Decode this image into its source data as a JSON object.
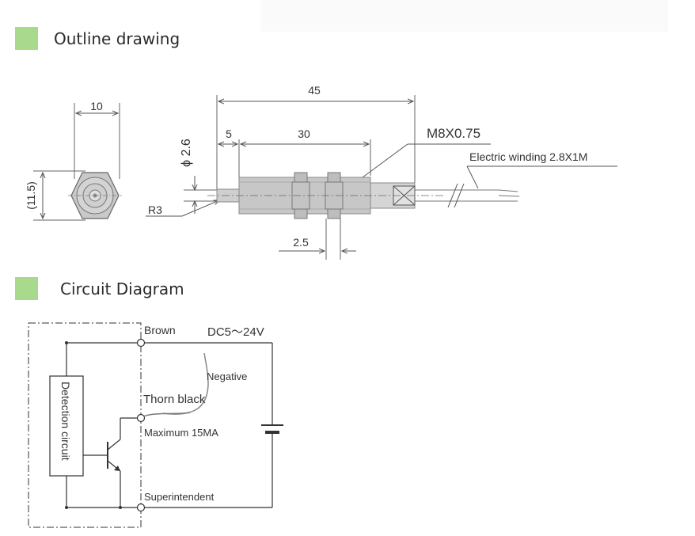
{
  "colors": {
    "accent": "#a9d98c",
    "line": "#555555",
    "text": "#333333"
  },
  "sections": {
    "outline": {
      "title": "Outline drawing",
      "icon": "green-square-icon"
    },
    "circuit": {
      "title": "Circuit Diagram",
      "icon": "green-square-icon"
    }
  },
  "outline_drawing": {
    "dim_width": "10",
    "dim_height": "(11.5)",
    "dim_total_length": "45",
    "dim_tip": "5",
    "dim_thread": "30",
    "thread_spec": "M8X0.75",
    "dim_diameter": "ϕ 2.6",
    "dim_radius": "R3",
    "dim_nut": "2.5",
    "cable_label": "Electric winding 2.8X1M"
  },
  "circuit_diagram": {
    "brown_label": "Brown",
    "supply_label": "DC5～24V",
    "negative_label": "Negative",
    "black_label": "Thorn black",
    "current_label": "Maximum 15MA",
    "blue_label": "Superintendent",
    "detection_label": "Detection circuit"
  }
}
